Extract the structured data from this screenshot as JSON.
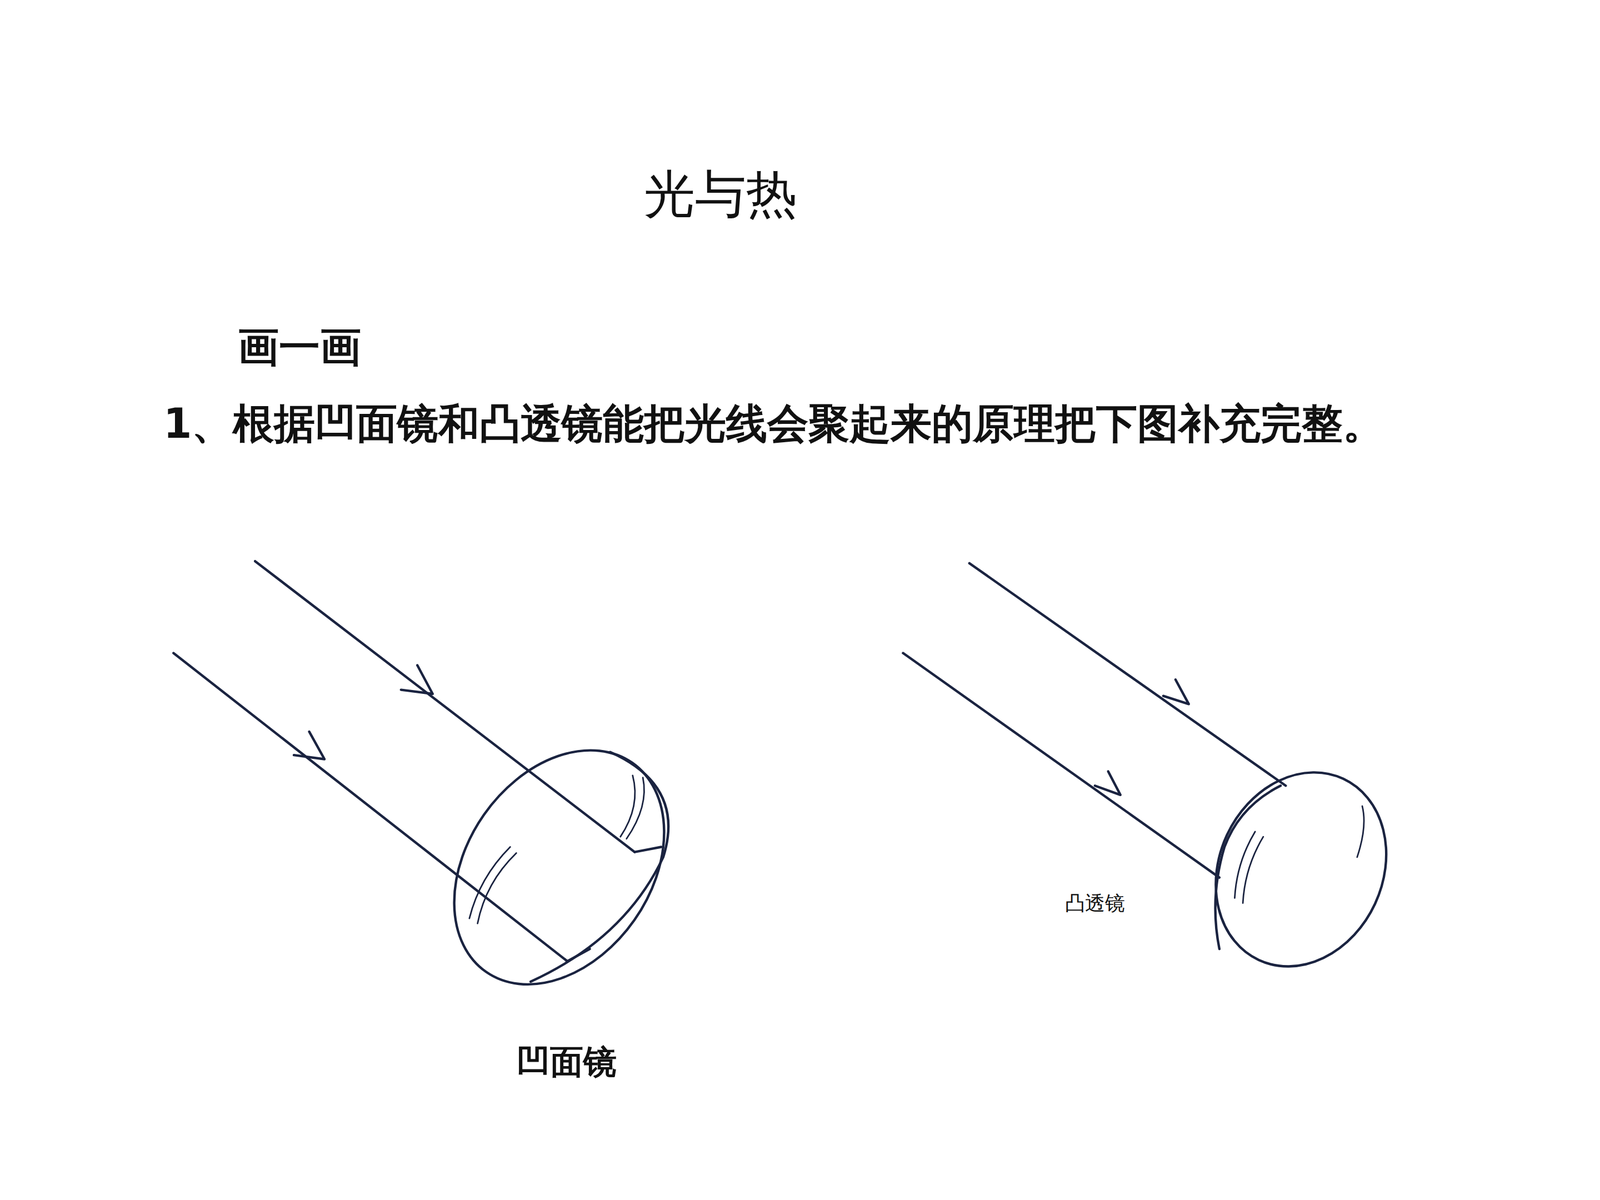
{
  "diagram": {
    "title": "光与热",
    "labels": [
      "画一画",
      "1、根据凹面镜和凸透镜能把光线会聚起来的原理把下图补充完整。",
      "凹面镜",
      "凸透镜"
    ]
  }
}
